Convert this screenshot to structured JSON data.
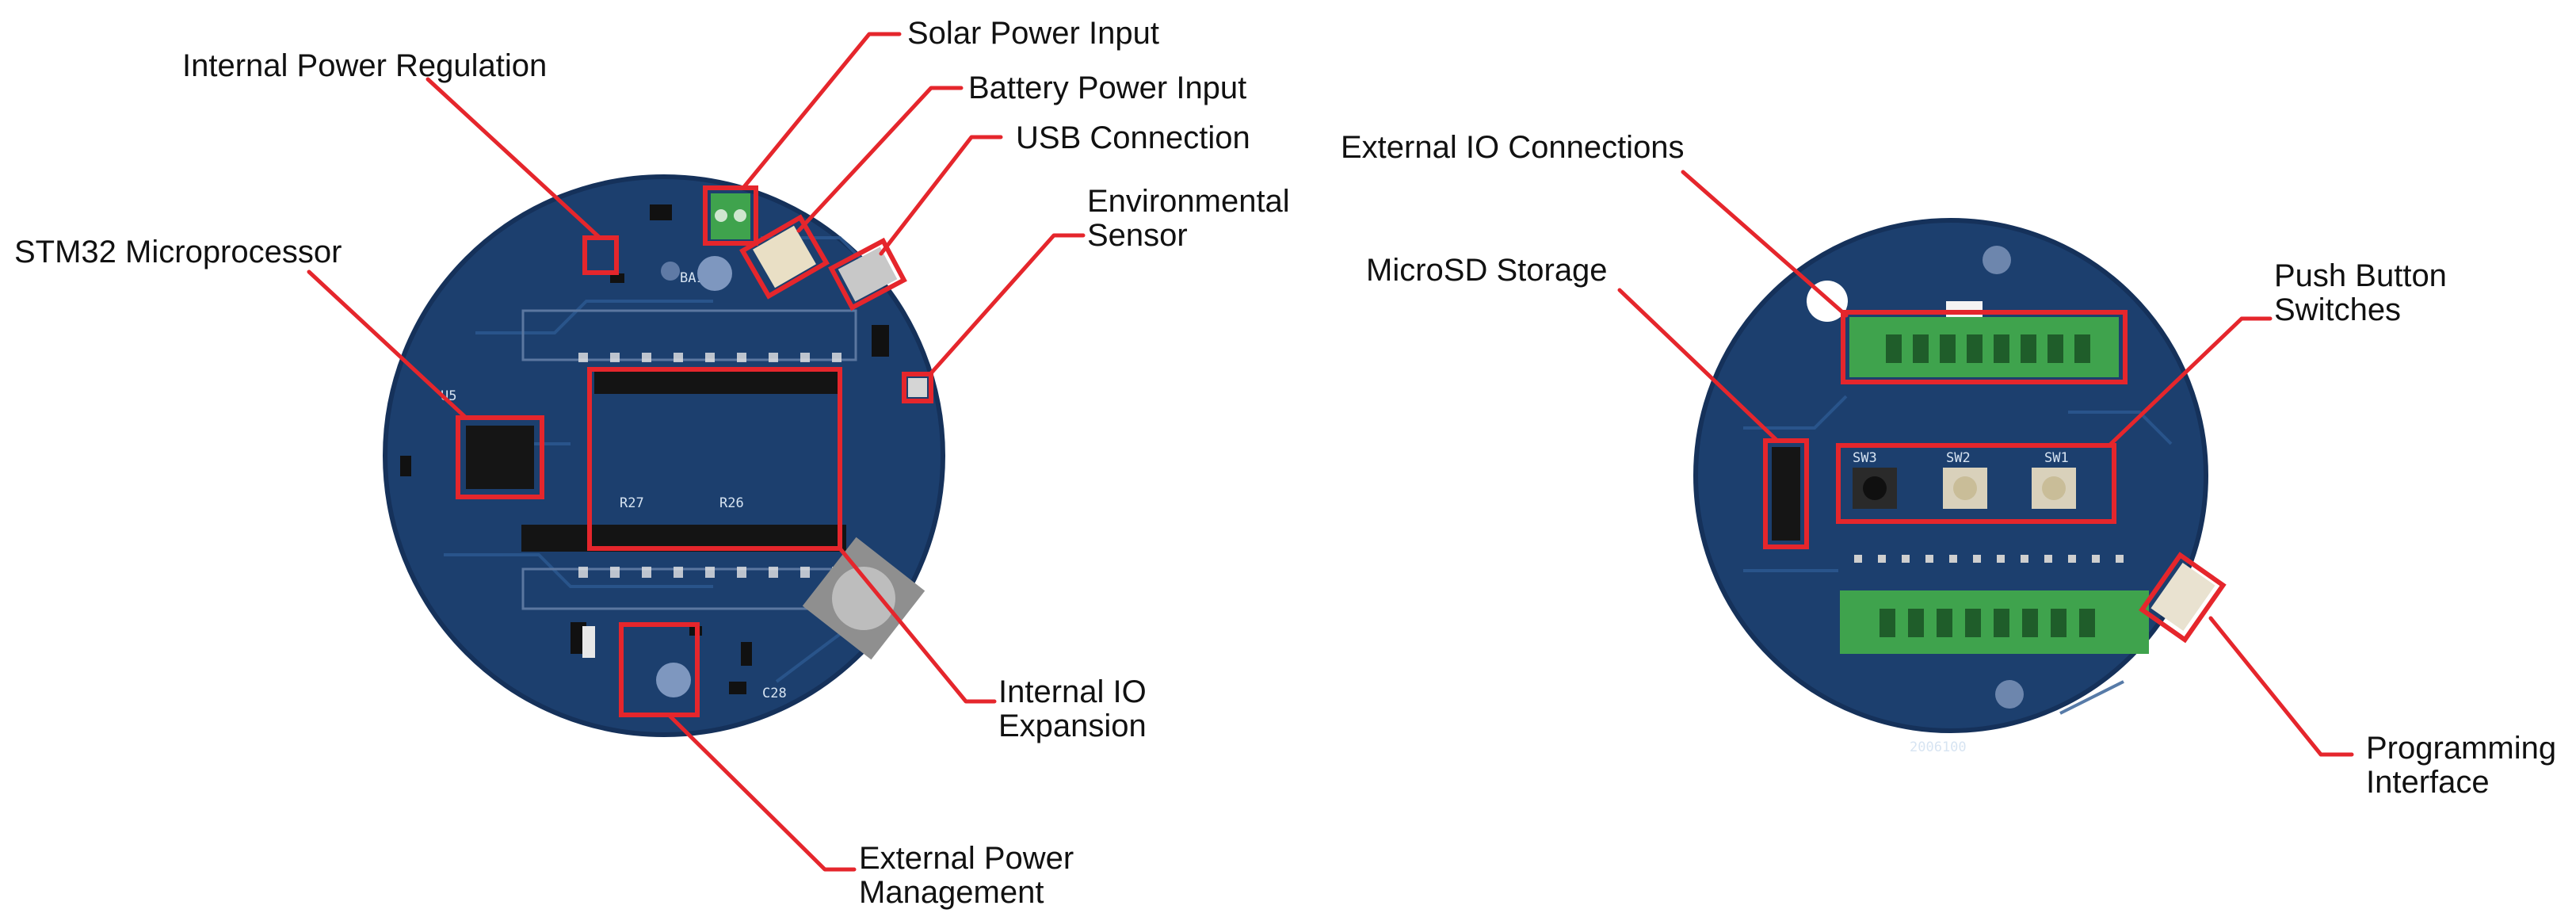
{
  "boards": {
    "front": {
      "silkscreen_u5": "U5",
      "silkscreen_ba1": "BA1",
      "silkscreen_r27": "R27",
      "silkscreen_r26": "R26",
      "silkscreen_c28": "C28"
    },
    "back": {
      "sw3": "SW3",
      "sw2": "SW2",
      "sw1": "SW1",
      "silkscreen_code": "2006100"
    }
  },
  "labels": {
    "internal_power_regulation": [
      "Internal Power Regulation"
    ],
    "solar_power_input": [
      "Solar Power Input"
    ],
    "battery_power_input": [
      "Battery Power Input"
    ],
    "usb_connection": [
      "USB Connection"
    ],
    "environmental_sensor": [
      "Environmental",
      "Sensor"
    ],
    "stm32_microprocessor": [
      "STM32 Microprocessor"
    ],
    "internal_io_expansion": [
      "Internal IO",
      "Expansion"
    ],
    "external_power_management": [
      "External Power",
      "Management"
    ],
    "external_io_connections": [
      "External IO Connections"
    ],
    "microsd_storage": [
      "MicroSD Storage"
    ],
    "push_button_switches": [
      "Push Button",
      "Switches"
    ],
    "programming_interface": [
      "Programming",
      "Interface"
    ]
  },
  "colors": {
    "pcb": "#1c3f6e",
    "pcb_edge": "#15315a",
    "highlight": "#e5262c",
    "terminal_green": "#3fa34d",
    "header_black": "#141414"
  }
}
